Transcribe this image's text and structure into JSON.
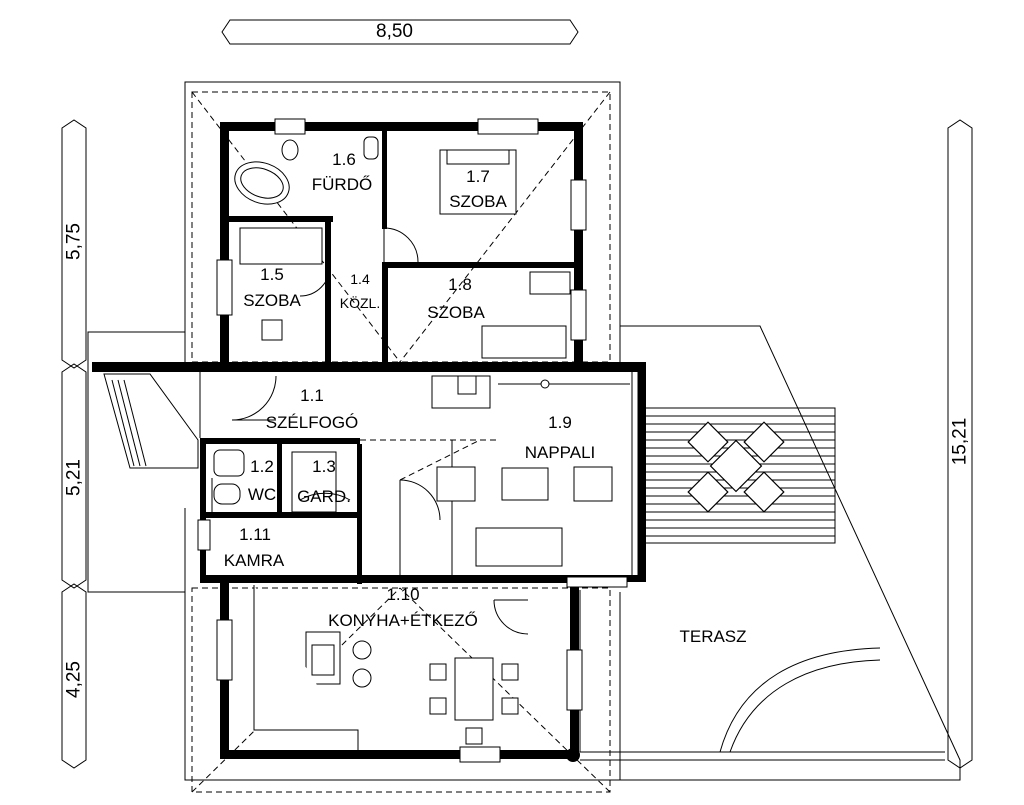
{
  "dimensions": {
    "top_width": "8,50",
    "left_upper": "5,75",
    "left_middle": "5,21",
    "left_lower": "4,25",
    "right_total": "15,21"
  },
  "rooms": {
    "r16_num": "1.6",
    "r16_name": "FÜRDŐ",
    "r17_num": "1.7",
    "r17_name": "SZOBA",
    "r15_num": "1.5",
    "r15_name": "SZOBA",
    "r14_num": "1.4",
    "r14_name": "KÖZL.",
    "r18_num": "1.8",
    "r18_name": "SZOBA",
    "r11_num": "1.1",
    "r11_name": "SZÉLFOGÓ",
    "r19_num": "1.9",
    "r19_name": "NAPPALI",
    "r12_num": "1.2",
    "r12_name": "WC",
    "r13_num": "1.3",
    "r13_name": "GARD.",
    "r111_num": "1.11",
    "r111_name": "KAMRA",
    "r110_num": "1.10",
    "r110_name": "KONYHA+ÉTKEZŐ",
    "terrace": "TERASZ"
  },
  "colors": {
    "wall": "#000000",
    "line": "#000000",
    "background": "#ffffff"
  }
}
